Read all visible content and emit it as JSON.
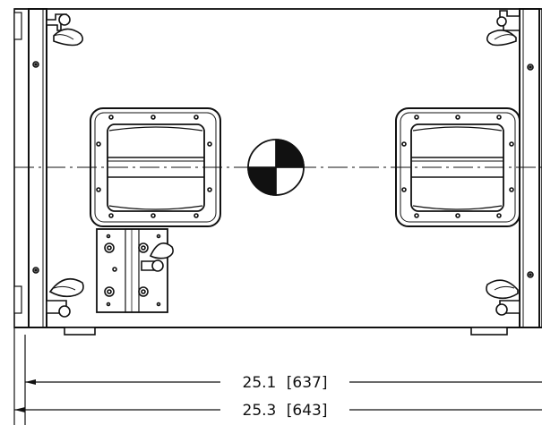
{
  "dimensions": {
    "inner": {
      "value": "25.1",
      "metric": "[637]"
    },
    "outer": {
      "value": "25.3",
      "metric": "[643]"
    }
  },
  "colors": {
    "line": "#111111",
    "background": "#ffffff"
  },
  "icons": [
    "center-of-gravity-icon",
    "recessed-handle-icon",
    "wheel-caster-icon",
    "mounting-bracket-icon"
  ]
}
